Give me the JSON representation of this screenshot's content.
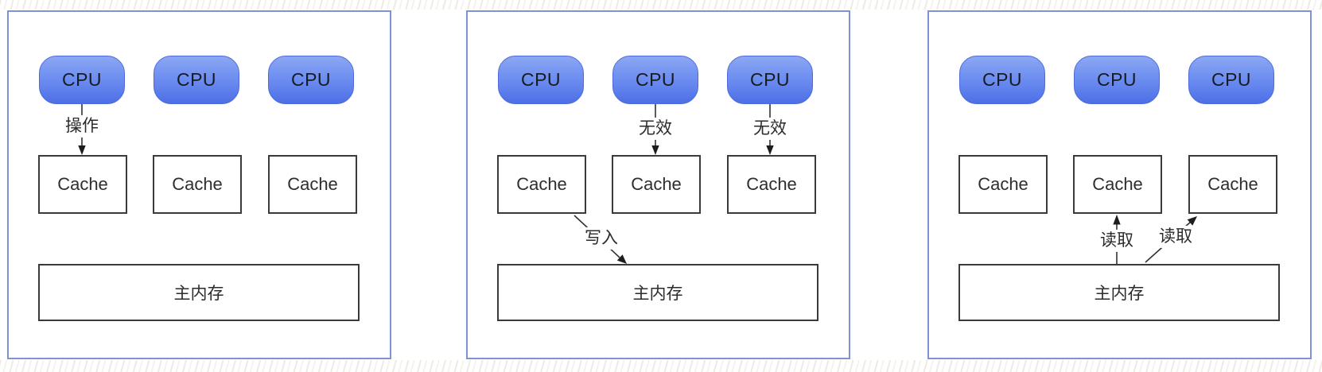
{
  "colors": {
    "panel_border": "#8091d6",
    "box_border": "#3a3a3a",
    "cpu_gradient_top": "#8ca7f3",
    "cpu_gradient_bottom": "#4d6fe7",
    "arrow": "#333333",
    "watermark": "#c7bca3"
  },
  "panels": [
    {
      "id": "operation",
      "cpus": [
        "CPU",
        "CPU",
        "CPU"
      ],
      "caches": [
        "Cache",
        "Cache",
        "Cache"
      ],
      "memory": "主内存",
      "labels": {
        "operate": "操作"
      }
    },
    {
      "id": "invalidate-write",
      "cpus": [
        "CPU",
        "CPU",
        "CPU"
      ],
      "caches": [
        "Cache",
        "Cache",
        "Cache"
      ],
      "memory": "主内存",
      "labels": {
        "invalid1": "无效",
        "invalid2": "无效",
        "write": "写入"
      }
    },
    {
      "id": "read",
      "cpus": [
        "CPU",
        "CPU",
        "CPU"
      ],
      "caches": [
        "Cache",
        "Cache",
        "Cache"
      ],
      "memory": "主内存",
      "labels": {
        "read1": "读取",
        "read2": "读取"
      }
    }
  ]
}
